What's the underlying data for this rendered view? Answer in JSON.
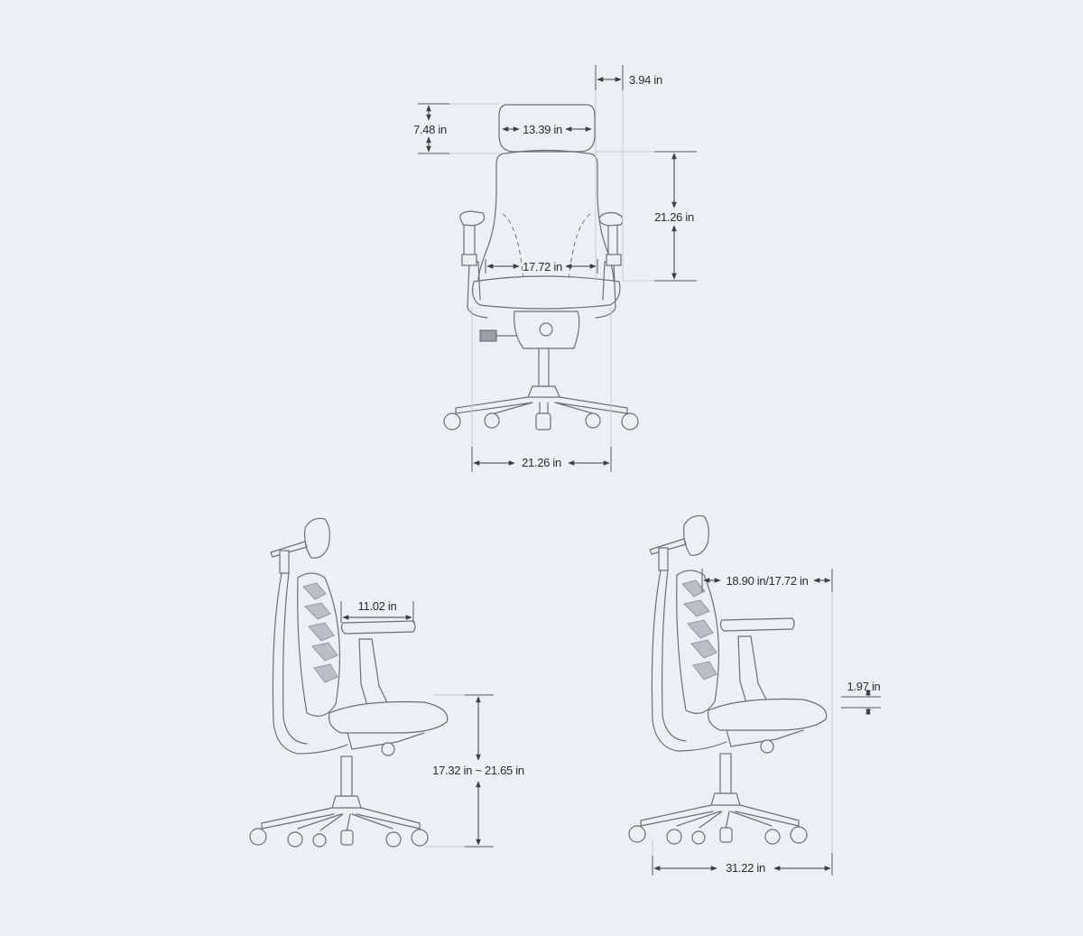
{
  "title": "Chair dimensions",
  "front_view": {
    "headrest_depth_offset": "3.94 in",
    "headrest_height": "7.48 in",
    "headrest_width": "13.39 in",
    "backrest_height": "21.26 in",
    "backrest_width": "17.72 in",
    "base_width": "21.26 in"
  },
  "side_view_left": {
    "armrest_length": "11.02 in",
    "seat_height_range": "17.32 in ~ 21.65 in"
  },
  "side_view_right": {
    "seat_depth": "18.90 in/17.72 in",
    "seat_depth_adjust": "1.97 in",
    "base_depth": "31.22 in"
  },
  "colors": {
    "background": "#eceff4",
    "line": "#6b6f78",
    "text": "#2b2d31"
  }
}
